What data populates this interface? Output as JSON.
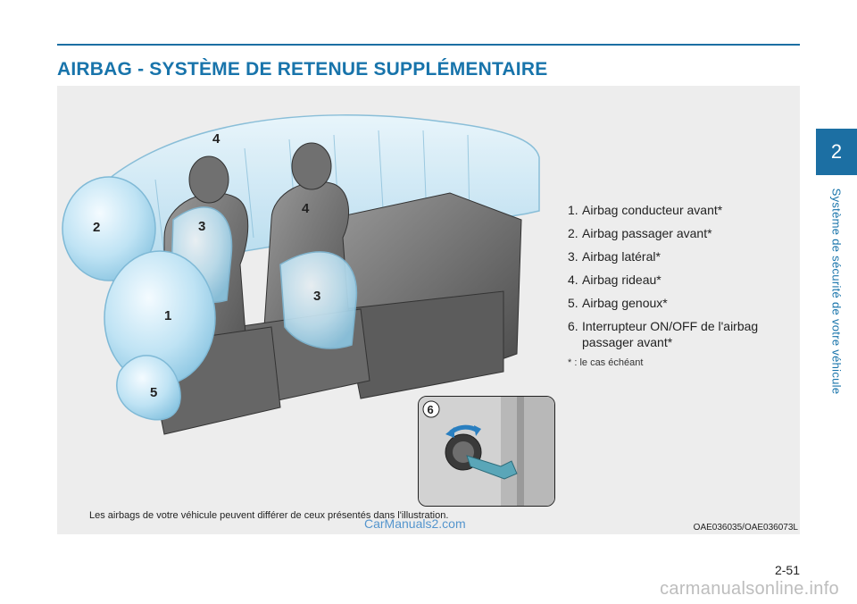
{
  "header": {
    "title": "AIRBAG - SYSTÈME DE RETENUE SUPPLÉMENTAIRE"
  },
  "side_tab": {
    "chapter_number": "2",
    "chapter_title": "Système de sécurité de votre véhicule"
  },
  "illustration": {
    "callouts": [
      "1",
      "2",
      "3",
      "3",
      "4",
      "4",
      "5"
    ],
    "inset_callout": "6"
  },
  "legend": {
    "items": [
      {
        "num": "1.",
        "text": "Airbag conducteur avant*"
      },
      {
        "num": "2.",
        "text": "Airbag passager avant*"
      },
      {
        "num": "3.",
        "text": "Airbag latéral*"
      },
      {
        "num": "4.",
        "text": "Airbag rideau*"
      },
      {
        "num": "5.",
        "text": "Airbag genoux*"
      },
      {
        "num": "6.",
        "text": "Interrupteur ON/OFF de l'airbag passager avant*"
      }
    ],
    "footnote": "* : le cas échéant"
  },
  "caption": "Les airbags de votre véhicule peuvent différer de ceux présentés dans l'illustration.",
  "image_ref": "OAE036035/OAE036073L",
  "page_number": "2-51",
  "watermarks": {
    "center": "CarManuals2.com",
    "bottom": "carmanualsonline.info"
  },
  "colors": {
    "accent": "#1c6fa3",
    "panel": "#ededed",
    "airbag": "#bfe3f4"
  }
}
